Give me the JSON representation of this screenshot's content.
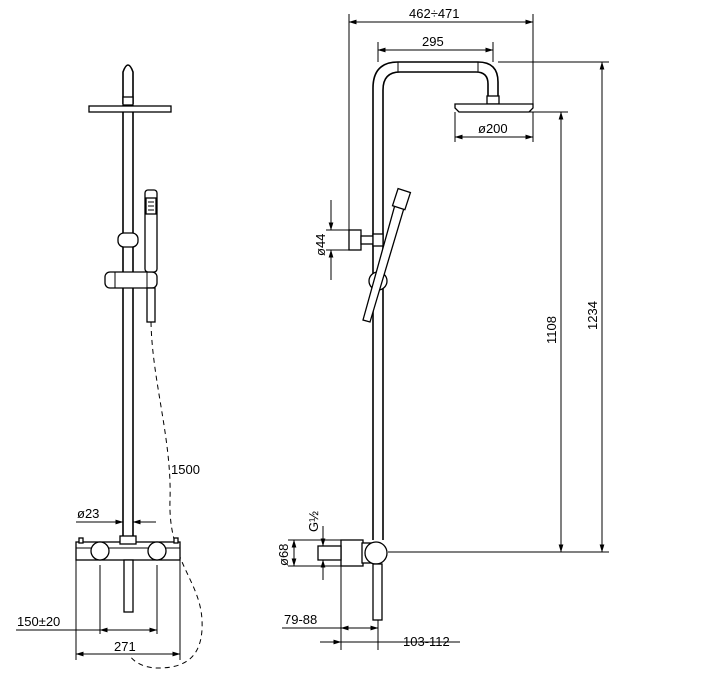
{
  "dimensions": {
    "width_total": "462÷471",
    "arm_length": "295",
    "head_diameter": "ø200",
    "wall_mount_diameter": "ø44",
    "height_to_arm": "1108",
    "height_total": "1234",
    "thread": "G½",
    "escutcheon_diameter": "ø68",
    "wall_offset": "79-88",
    "valve_offset": "103-112",
    "hose_length": "1500",
    "pipe_diameter": "ø23",
    "center_distance": "150±20",
    "valve_width": "271"
  }
}
